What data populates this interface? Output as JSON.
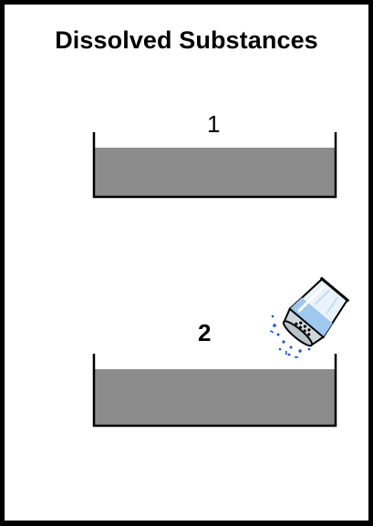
{
  "title": "Dissolved Substances",
  "containers": [
    {
      "label": "1"
    },
    {
      "label": "2"
    }
  ],
  "icons": {
    "shaker": "salt-shaker-icon"
  },
  "colors": {
    "border": "#000000",
    "liquid": "#8c8c8c",
    "container_outline": "#000000",
    "salt_sprinkle": "#1a56d6"
  }
}
